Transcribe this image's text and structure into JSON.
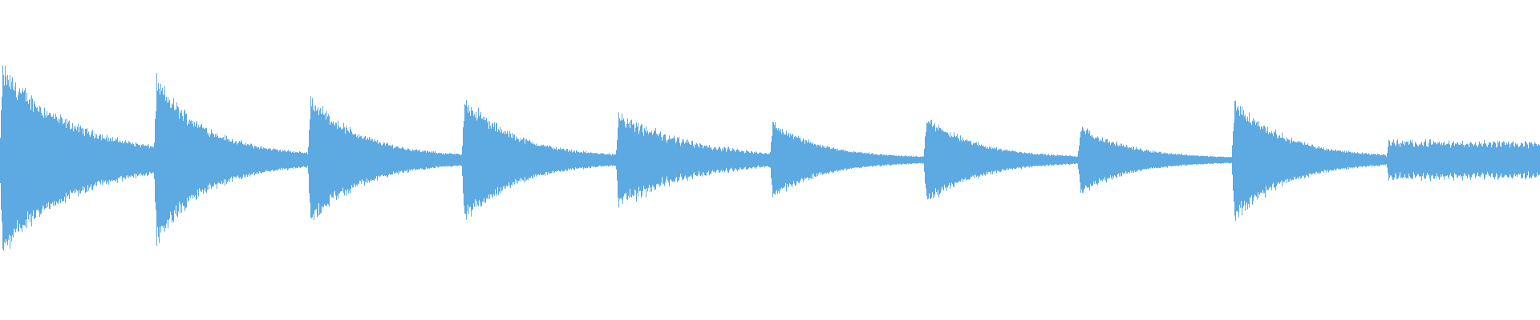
{
  "waveform": {
    "color": "#5DA9E1",
    "background": "#FFFFFF",
    "segments": [
      {
        "attack_amplitude": 0.66,
        "decay": "slow",
        "texture": "dense"
      },
      {
        "attack_amplitude": 0.58,
        "decay": "medium",
        "texture": "dense"
      },
      {
        "attack_amplitude": 0.46,
        "decay": "medium",
        "texture": "dense"
      },
      {
        "attack_amplitude": 0.45,
        "decay": "medium",
        "texture": "dense"
      },
      {
        "attack_amplitude": 0.36,
        "decay": "slow",
        "texture": "striated"
      },
      {
        "attack_amplitude": 0.27,
        "decay": "medium",
        "texture": "dense"
      },
      {
        "attack_amplitude": 0.31,
        "decay": "medium",
        "texture": "dense"
      },
      {
        "attack_amplitude": 0.24,
        "decay": "medium",
        "texture": "dense"
      },
      {
        "attack_amplitude": 0.43,
        "decay": "medium",
        "texture": "dense"
      },
      {
        "attack_amplitude": 0.14,
        "decay": "flat",
        "texture": "striated"
      }
    ]
  }
}
